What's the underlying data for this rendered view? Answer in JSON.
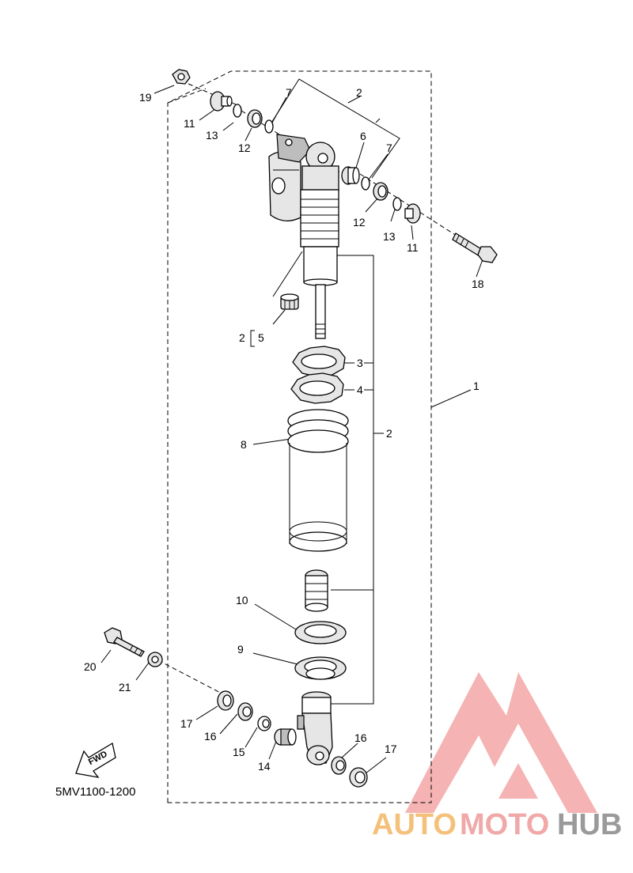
{
  "diagram": {
    "code": "5MV1100-1200",
    "fwd_label": "FWD",
    "labels": {
      "l1": "1",
      "l2a": "2",
      "l2b": "2",
      "l2c": "2",
      "l3": "3",
      "l4": "4",
      "l5": "5",
      "l6": "6",
      "l7a": "7",
      "l7b": "7",
      "l8": "8",
      "l9": "9",
      "l10": "10",
      "l11a": "11",
      "l11b": "11",
      "l12a": "12",
      "l12b": "12",
      "l13a": "13",
      "l13b": "13",
      "l14": "14",
      "l15": "15",
      "l16a": "16",
      "l16b": "16",
      "l17a": "17",
      "l17b": "17",
      "l18": "18",
      "l19": "19",
      "l20": "20",
      "l21": "21"
    },
    "colors": {
      "watermark_auto": "#f4c07a",
      "watermark_moto": "#f0a8a8",
      "watermark_hub": "#9a9a9a",
      "watermark_logo": "#f29a9a"
    }
  },
  "watermark": {
    "part1": "AUTO",
    "part2": "MOTO",
    "part3": "HUB"
  }
}
